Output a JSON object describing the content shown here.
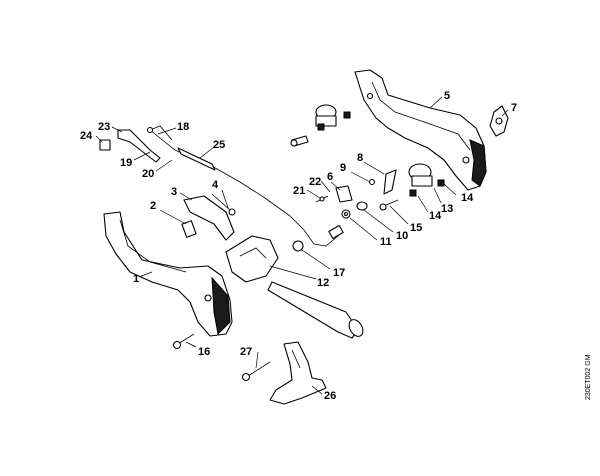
{
  "callouts": [
    {
      "num": "1"
    },
    {
      "num": "2"
    },
    {
      "num": "3"
    },
    {
      "num": "4"
    },
    {
      "num": "5"
    },
    {
      "num": "6"
    },
    {
      "num": "7"
    },
    {
      "num": "8"
    },
    {
      "num": "9"
    },
    {
      "num": "10"
    },
    {
      "num": "11"
    },
    {
      "num": "12"
    },
    {
      "num": "13"
    },
    {
      "num": "14"
    },
    {
      "num": "14"
    },
    {
      "num": "15"
    },
    {
      "num": "16"
    },
    {
      "num": "17"
    },
    {
      "num": "18"
    },
    {
      "num": "19"
    },
    {
      "num": "20"
    },
    {
      "num": "21"
    },
    {
      "num": "22"
    },
    {
      "num": "23"
    },
    {
      "num": "24"
    },
    {
      "num": "25"
    },
    {
      "num": "26"
    },
    {
      "num": "27"
    }
  ],
  "reference_code": "230ET002 GM"
}
